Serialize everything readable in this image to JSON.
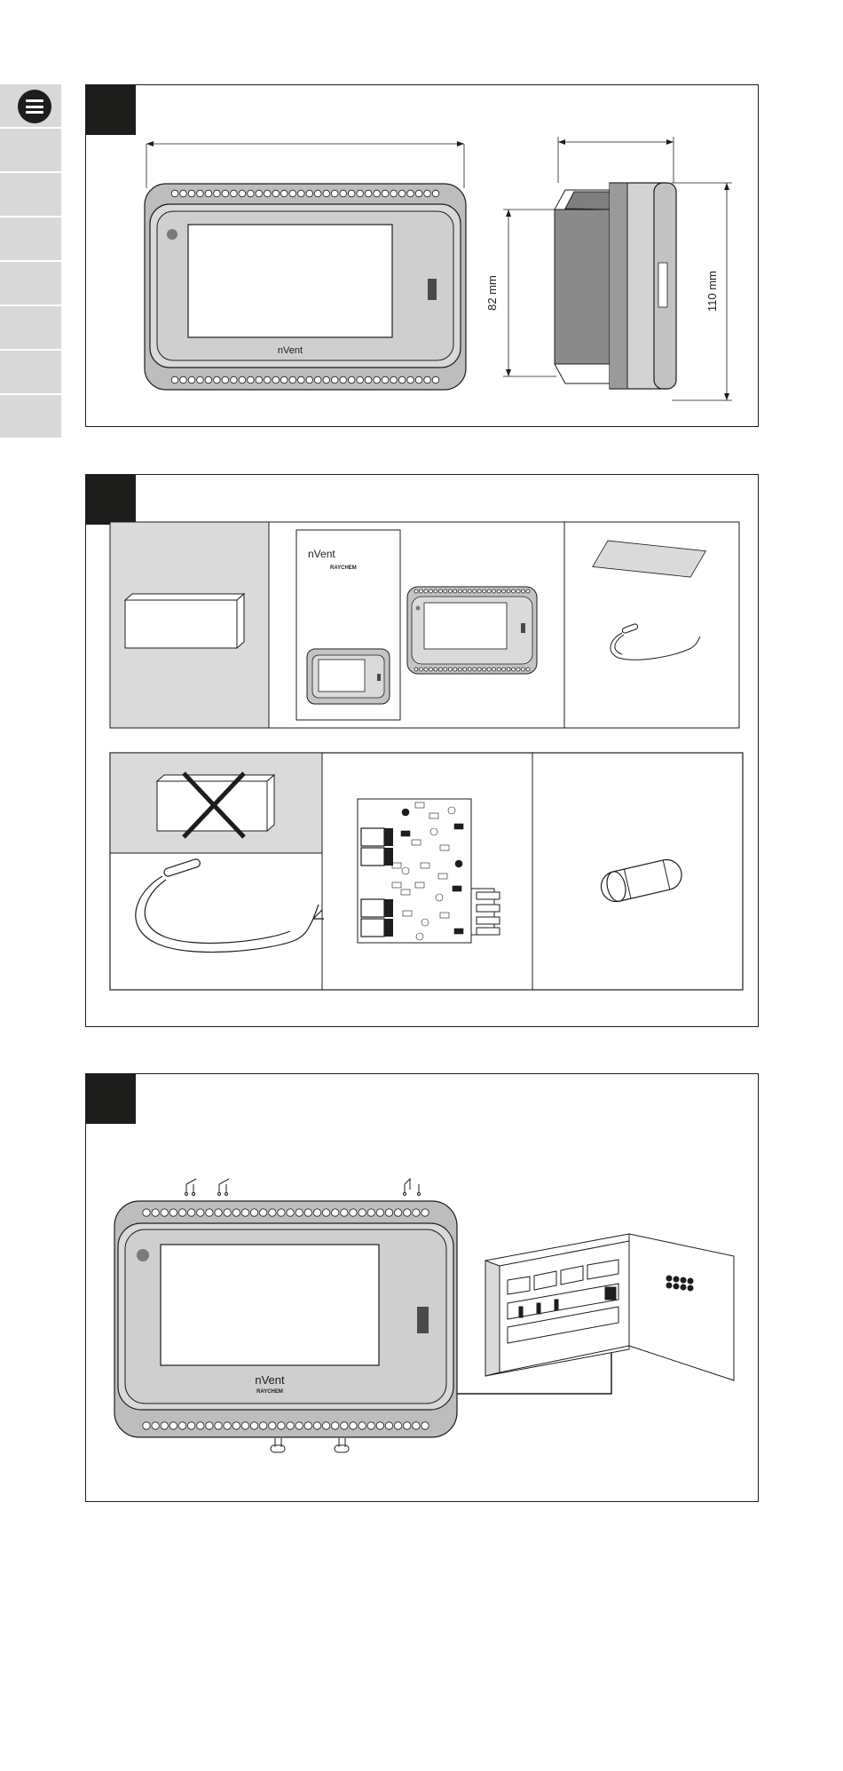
{
  "sidebar": {
    "menu_icon": "menu-icon",
    "tabs": [
      "",
      "",
      "",
      "",
      "",
      "",
      ""
    ]
  },
  "panel1": {
    "width_label": "",
    "depth_label": "",
    "height_inner_label": "82 mm",
    "height_outer_label": "110 mm"
  },
  "panel2": {
    "brand_name": "nVent",
    "brand_sub": "RAYCHEM"
  },
  "panel3": {
    "brand_name": "nVent",
    "brand_sub": "RAYCHEM"
  }
}
